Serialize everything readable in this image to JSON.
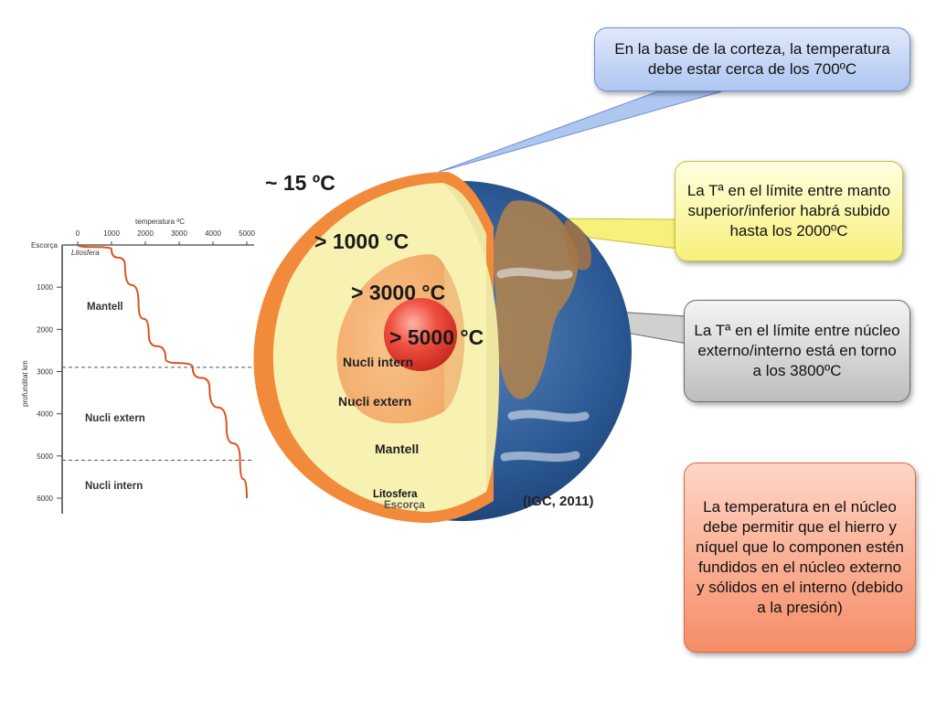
{
  "callouts": {
    "crust": "En la base de la corteza, la temperatura debe estar cerca de los 700ºC",
    "mantle": "La Tª en el límite entre manto superior/inferior habrá subido hasta los 2000ºC",
    "core": "La Tª en el límite entre núcleo externo/interno está en torno a los 3800ºC",
    "metal": "La temperatura en el núcleo debe permitir que el hierro y níquel que lo componen estén fundidos en el núcleo externo y sólidos en el interno (debido a la presión)"
  },
  "earth": {
    "surface_temp": "~ 15 ºC",
    "mantle_temp": "> 1000 °C",
    "outer_core_temp": "> 3000 °C",
    "inner_core_temp": "> 5000 °C",
    "inner_core_label": "Nucli intern",
    "outer_core_label": "Nucli extern",
    "mantle_label": "Mantell",
    "lithosphere_label": "Litosfera",
    "crust_label": "Escorça",
    "source": "(IGC, 2011)"
  },
  "graph": {
    "x_axis_title": "temperatura ºC",
    "y_axis_title": "profunditat km",
    "x_ticks": [
      "0",
      "1000",
      "2000",
      "3000",
      "4000",
      "5000"
    ],
    "y_ticks": [
      "1000",
      "2000",
      "3000",
      "4000",
      "5000",
      "6000"
    ],
    "crust_label": "Escorça",
    "lithosphere_label": "Litosfera",
    "mantle_label": "Mantell",
    "outer_core_label": "Nucli extern",
    "inner_core_label": "Nucli intern",
    "boundaries_km": [
      2900,
      5100
    ],
    "curve": [
      [
        0,
        0
      ],
      [
        1000,
        100
      ],
      [
        1400,
        500
      ],
      [
        1800,
        1400
      ],
      [
        2100,
        2100
      ],
      [
        2600,
        2700
      ],
      [
        3400,
        2900
      ],
      [
        3900,
        3400
      ],
      [
        4400,
        4300
      ],
      [
        4800,
        5100
      ],
      [
        5000,
        6000
      ]
    ]
  },
  "colors": {
    "crust": "#f28a3c",
    "mantle": "#f8f2b2",
    "outer_core": "#f6b577",
    "inner_core": "#ee4a3a",
    "curve": "#d9541e"
  }
}
